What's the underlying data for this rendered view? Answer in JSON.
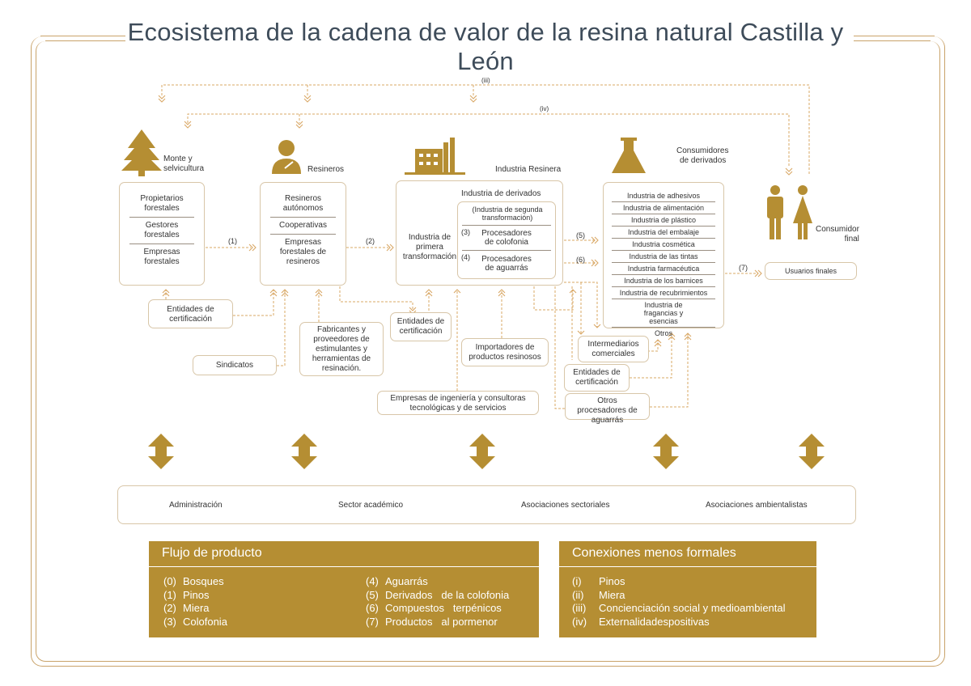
{
  "title": "Ecosistema de la cadena de valor de la resina natural Castilla y León",
  "colors": {
    "gold": "#b58e33",
    "line": "#d9a866",
    "title": "#3e4c5a"
  },
  "icons": [
    "tree-icon",
    "person-icon",
    "factory-icon",
    "flask-icon",
    "people-icon",
    "double-arrow-icon"
  ],
  "flow_labels": {
    "iii": "(iii)",
    "iv": "(iv)",
    "f1": "(1)",
    "f2": "(2)",
    "f3": "(3)",
    "f4": "(4)",
    "f5": "(5)",
    "f6": "(6)",
    "f7": "(7)"
  },
  "monte": {
    "title_1": "Monte y",
    "title_2": "selvicultura",
    "items": [
      "Propietarios forestales",
      "Gestores forestales",
      "Empresas forestales"
    ]
  },
  "resineros": {
    "title": "Resineros",
    "items": [
      "Resineros autónomos",
      "Cooperativas",
      "Empresas forestales de resineros"
    ]
  },
  "industria": {
    "title": "Industria Resinera",
    "primera": "Industria de primera transformación",
    "derivados_title": "Industria de derivados",
    "segunda": "(Industria de segunda transformación)",
    "colofonia": "Procesadores de colofonia",
    "aguarras": "Procesadores de aguarrás"
  },
  "consumidores": {
    "title_1": "Consumidores",
    "title_2": "de derivados",
    "items": [
      "Industria de adhesivos",
      "Industria de alimentación",
      "Industria de plástico",
      "Industria del embalaje",
      "Industria cosmética",
      "Industria de las tintas",
      "Industria farmacéutica",
      "Industria de los barnices",
      "Industria de recubrimientos",
      "Industria de fragancias y esencias",
      "Otros"
    ]
  },
  "consumidor_final": {
    "title_1": "Consumidor",
    "title_2": "final",
    "usuarios": "Usuarios finales"
  },
  "support": {
    "cert1": "Entidades de certificación",
    "sindicatos": "Sindicatos",
    "fabricantes": "Fabricantes y proveedores de estimulantes y herramientas de resinación.",
    "cert2": "Entidades de certificación",
    "importadores": "Importadores de productos resinosos",
    "ingenieria": "Empresas de ingeniería y consultoras tecnológicas y de servicios",
    "intermediarios": "Intermediarios comerciales",
    "cert3": "Entidades de certificación",
    "otros_proc": "Otros procesadores de aguarrás"
  },
  "bottom": [
    "Administración",
    "Sector académico",
    "Asociaciones sectoriales",
    "Asociaciones ambientalistas"
  ],
  "legend_flujo": {
    "title": "Flujo de producto",
    "col1": [
      [
        "(0)",
        "Bosques"
      ],
      [
        "(1)",
        "Pinos"
      ],
      [
        "(2)",
        "Miera"
      ],
      [
        "(3)",
        "Colofonia"
      ]
    ],
    "col2": [
      [
        "(4)",
        "Aguarrás"
      ],
      [
        "(5)",
        "Derivados   de la colofonia"
      ],
      [
        "(6)",
        "Compuestos   terpénicos"
      ],
      [
        "(7)",
        "Productos   al pormenor"
      ]
    ]
  },
  "legend_conexiones": {
    "title": "Conexiones menos formales",
    "items": [
      [
        "(i)",
        "Pinos"
      ],
      [
        "(ii)",
        "Miera"
      ],
      [
        "(iii)",
        "Concienciación social y medioambiental"
      ],
      [
        "(iv)",
        "Externalidadespositivas"
      ]
    ]
  }
}
